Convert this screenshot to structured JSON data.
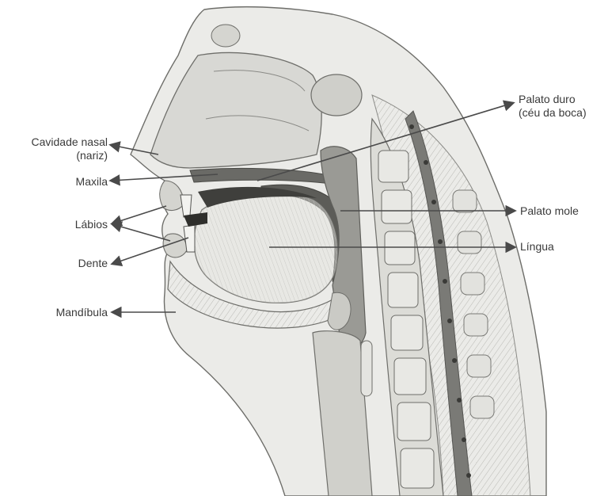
{
  "labels": {
    "cavidade_nasal_1": "Cavidade nasal",
    "cavidade_nasal_2": "(nariz)",
    "maxila": "Maxila",
    "labios": "Lábios",
    "dente": "Dente",
    "mandibula": "Mandíbula",
    "palato_duro_1": "Palato duro",
    "palato_duro_2": "(céu da boca)",
    "palato_mole": "Palato mole",
    "lingua": "Língua"
  },
  "colors": {
    "label_text": "#3a3a3a",
    "leader_line": "#4a4a4a",
    "tissue_light": "#e6e6e3",
    "tissue_mid": "#bdbdb8",
    "tissue_dark": "#5c5c58",
    "outline": "#6e6e6a"
  }
}
